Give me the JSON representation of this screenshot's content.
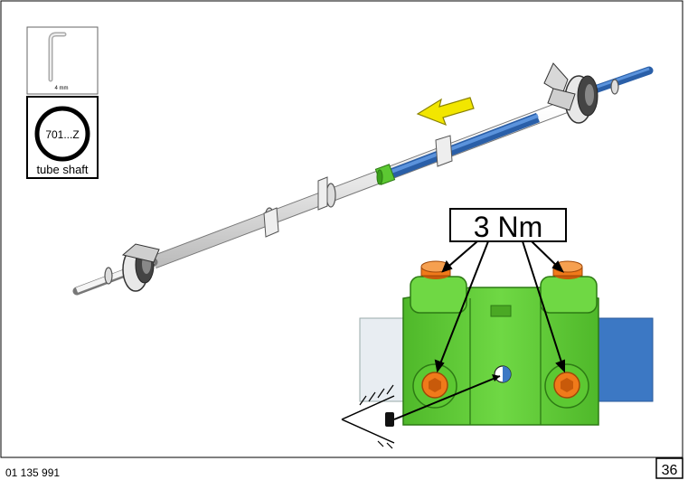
{
  "tools": {
    "allen_key": {
      "icon": "allen-key-icon",
      "size_label": "4 mm"
    },
    "tube": {
      "icon": "tube-ring-icon",
      "code": "701...Z",
      "caption": "tube shaft"
    }
  },
  "callout": {
    "torque_label": "3 Nm"
  },
  "footer": {
    "doc_number": "01 135 991",
    "page_number": "36"
  },
  "colors": {
    "clamp_green": "#5cc832",
    "screw_orange": "#f07a1a",
    "shaft_blue": "#3c78c4",
    "arrow_yellow": "#f2e600"
  }
}
